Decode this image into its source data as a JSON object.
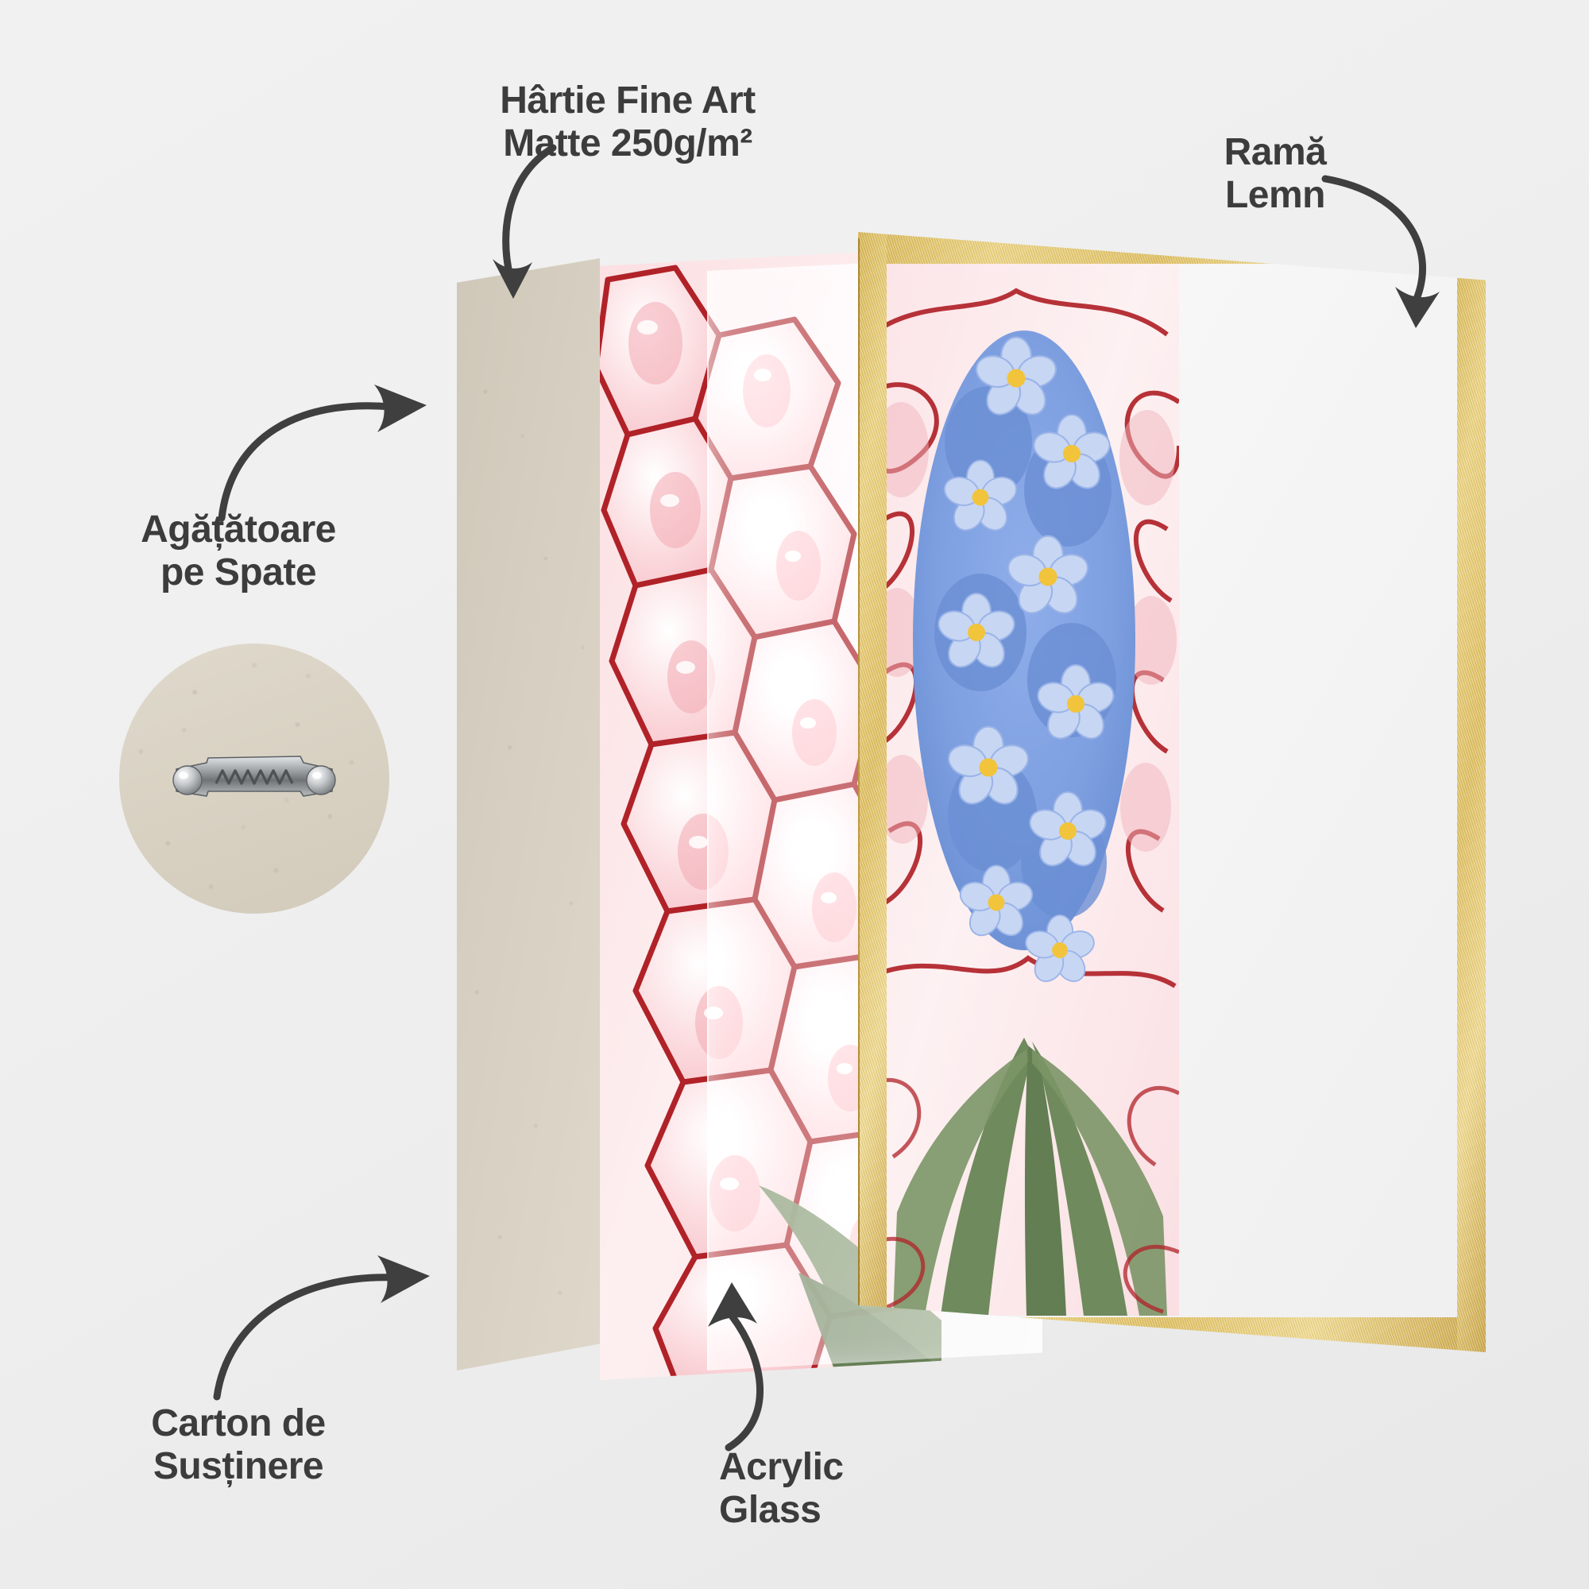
{
  "background_color": "#efefef",
  "text_color": "#3c3c3c",
  "product": {
    "type": "framed-art-print-exploded-diagram",
    "language": "ro"
  },
  "labels": {
    "paper": {
      "text": "Hârtie Fine Art\nMatte 250g/m²",
      "name": "fine-art-paper"
    },
    "frame": {
      "text": "Ramă\nLemn",
      "name": "wood-frame"
    },
    "hanger": {
      "text": "Agățătoare\npe Spate",
      "name": "back-hanger"
    },
    "backing": {
      "text": "Carton de\nSusținere",
      "name": "backing-board"
    },
    "acrylic": {
      "text": "Acrylic\nGlass",
      "name": "acrylic-glass"
    }
  },
  "layers": [
    {
      "id": "backing",
      "label": "Carton de Susținere",
      "material": "grey-beige speckled cardboard",
      "color": "#d6cfc1"
    },
    {
      "id": "paper",
      "label": "Hârtie Fine Art Matte 250g/m²",
      "material": "matte fine art paper",
      "weight": "250g/m²"
    },
    {
      "id": "acrylic",
      "label": "Acrylic Glass",
      "material": "clear acrylic sheet"
    },
    {
      "id": "frame",
      "label": "Ramă Lemn",
      "material": "gold wood moulding",
      "color": "#e2c469"
    }
  ],
  "artwork": {
    "style": "ebru marbled painting",
    "subject": "blue hyacinth / forget-me-not flower cluster with green leaves",
    "palette": {
      "marble_pink": "#f6d2d6",
      "marble_crimson": "#b02228",
      "flower_blue": "#7d9fe0",
      "flower_petal": "#c7d6f2",
      "flower_center": "#f2c43c",
      "leaf_green": "#6f8a5c",
      "white": "#ffffff"
    }
  },
  "hanger_detail": {
    "name": "sawtooth-hanger",
    "description": "metal sawtooth hanger with two nail-head rivets on cardboard back",
    "metal_color": "#9fa3a6"
  },
  "arrows": {
    "color": "#3f3f3f",
    "items": [
      {
        "name": "arrow-to-paper",
        "from": "Hârtie Fine Art Matte 250g/m²",
        "direction": "down"
      },
      {
        "name": "arrow-to-frame",
        "from": "Ramă Lemn",
        "direction": "down-right-curve"
      },
      {
        "name": "arrow-to-hanger",
        "from": "Agățătoare pe Spate",
        "direction": "up-right"
      },
      {
        "name": "arrow-to-backing",
        "from": "Carton de Susținere",
        "direction": "up-right"
      },
      {
        "name": "arrow-to-acrylic",
        "from": "Acrylic Glass",
        "direction": "up-left"
      }
    ]
  }
}
